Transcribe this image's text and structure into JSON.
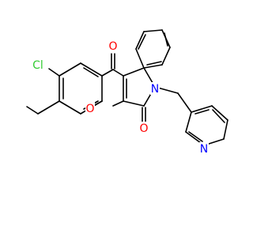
{
  "colors": {
    "bond": "#000000",
    "background": "#ffffff",
    "cl": "#33cc33",
    "o": "#ff0000",
    "n": "#0000ff"
  },
  "atoms": [
    {
      "label": "Cl",
      "color": "#33cc33"
    },
    {
      "label": "O",
      "color": "#ff0000"
    },
    {
      "label": "O",
      "color": "#ff0000"
    },
    {
      "label": "O",
      "color": "#ff0000"
    },
    {
      "label": "N",
      "color": "#0000ff"
    },
    {
      "label": "N",
      "color": "#0000ff"
    }
  ]
}
